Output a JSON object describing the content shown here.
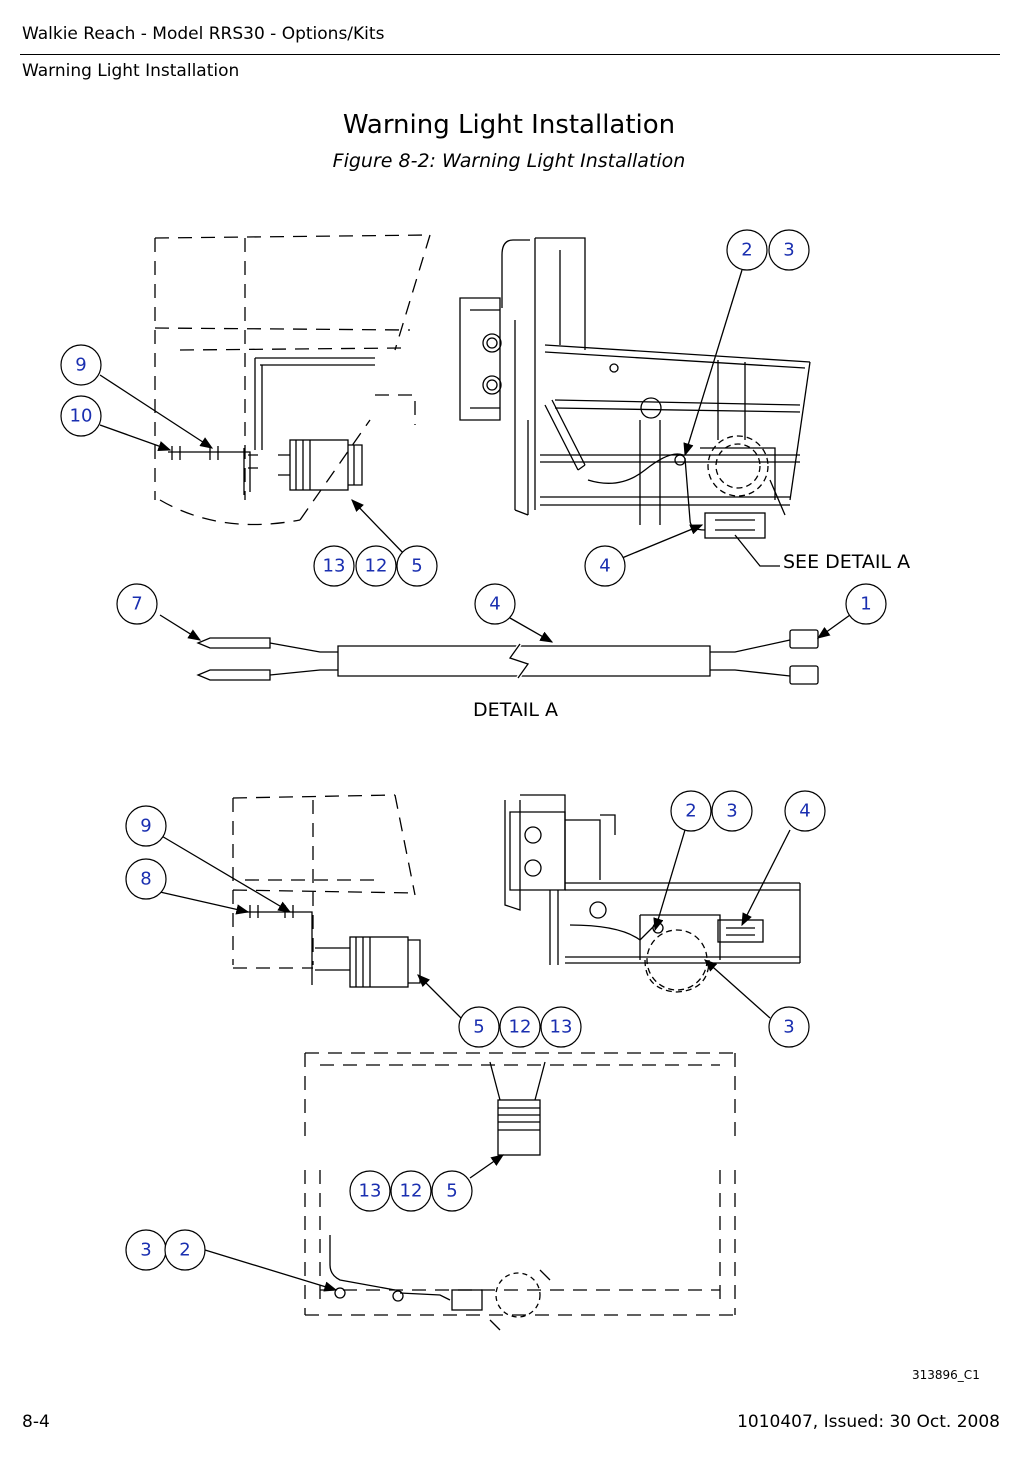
{
  "header": {
    "doc_title": "Walkie Reach - Model RRS30 - Options/Kits",
    "section": "Warning Light Installation"
  },
  "page_title": "Warning Light Installation",
  "figure_caption": "Figure 8-2:  Warning Light Installation",
  "labels": {
    "see_detail": "SEE DETAIL A",
    "detail": "DETAIL A",
    "drawing_number": "313896_C1"
  },
  "callouts": {
    "c_9a": "9",
    "c_10": "10",
    "c_2a": "2",
    "c_3a": "3",
    "c_13a": "13",
    "c_12a": "12",
    "c_5a": "5",
    "c_4a": "4",
    "c_7": "7",
    "c_4b": "4",
    "c_1": "1",
    "c_9b": "9",
    "c_8": "8",
    "c_2b": "2",
    "c_3b": "3",
    "c_4c": "4",
    "c_5b": "5",
    "c_12b": "12",
    "c_13b": "13",
    "c_3c": "3",
    "c_13c": "13",
    "c_12c": "12",
    "c_5c": "5",
    "c_3d": "3",
    "c_2c": "2"
  },
  "footer": {
    "page_number": "8-4",
    "issue": "1010407, Issued: 30 Oct. 2008"
  },
  "colors": {
    "callout_text": "#1a2fb0",
    "line": "#000000"
  }
}
